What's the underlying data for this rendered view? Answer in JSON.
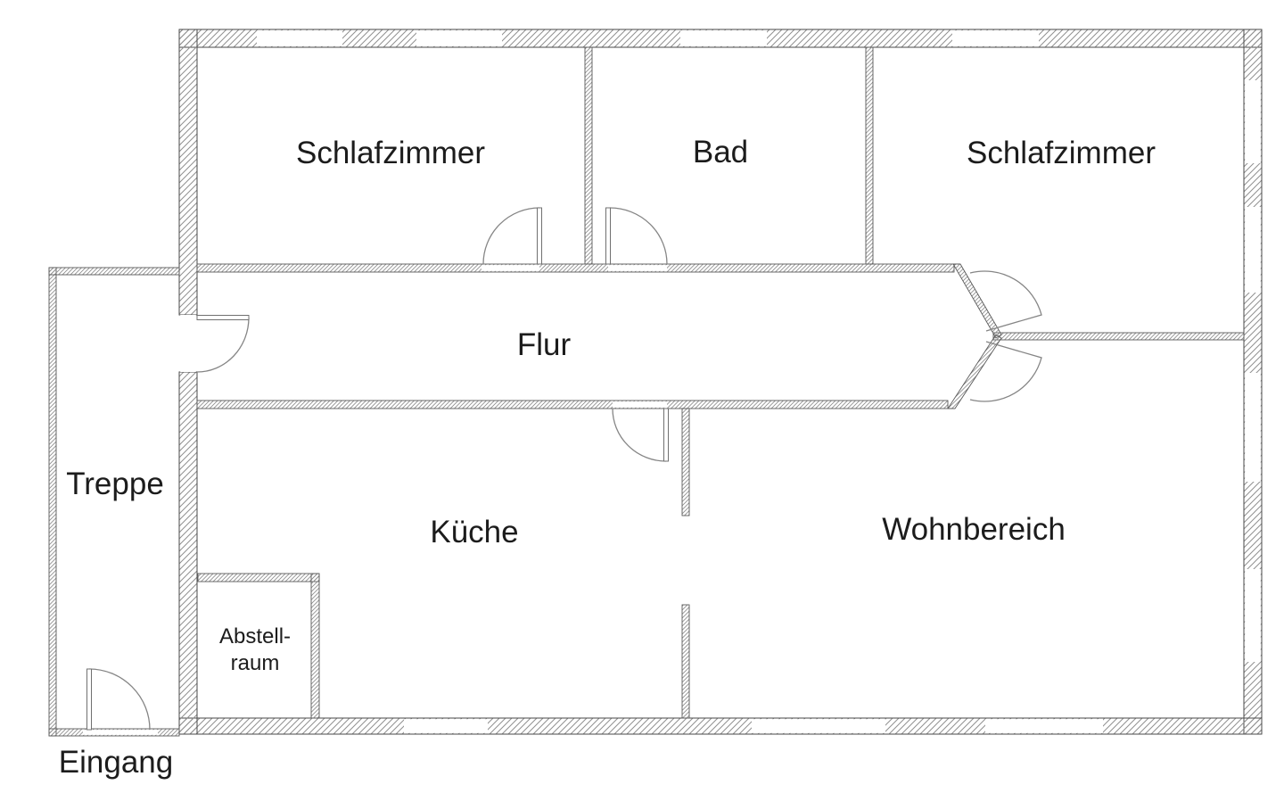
{
  "rooms": {
    "schlafzimmer_left": {
      "label": "Schlafzimmer"
    },
    "bad": {
      "label": "Bad"
    },
    "schlafzimmer_right": {
      "label": "Schlafzimmer"
    },
    "flur": {
      "label": "Flur"
    },
    "treppe": {
      "label": "Treppe"
    },
    "kueche": {
      "label": "Küche"
    },
    "abstellraum": {
      "label_line1": "Abstell-",
      "label_line2": "raum"
    },
    "wohnbereich": {
      "label": "Wohnbereich"
    }
  },
  "annotations": {
    "eingang": {
      "label": "Eingang"
    }
  },
  "colors": {
    "background": "#ffffff",
    "wall_outline": "#4a4a4a",
    "hatch": "#909090",
    "door": "#858585",
    "text": "#1c1c1c"
  }
}
